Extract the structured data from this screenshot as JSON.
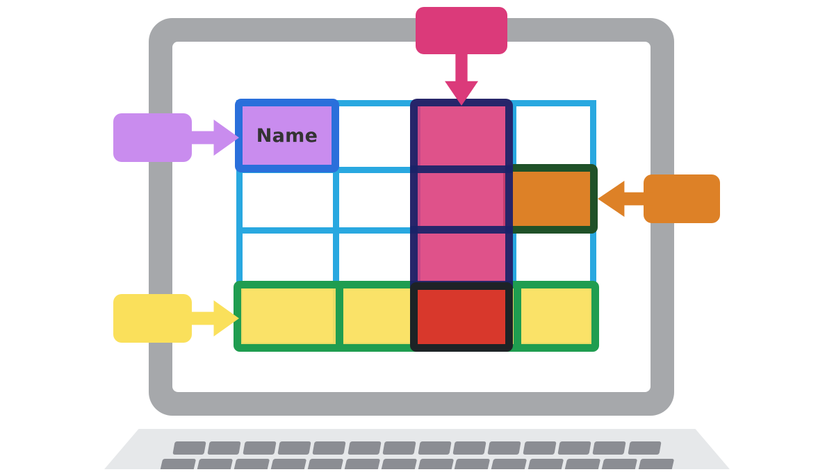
{
  "illustration": {
    "title": "Spreadsheet table on laptop with highlighted header cell, column, row and cell",
    "device": {
      "name": "laptop",
      "frame_color": "#a6a8ab",
      "screen_color": "#ffffff",
      "base_color": "#e6e8ea",
      "key_color": "#8b8d93",
      "keyboard_rows": 2,
      "keys_per_row": 14
    },
    "table": {
      "name": "data-table",
      "rows": 4,
      "columns": 4,
      "gridline_color": "#29a8e0",
      "cells": [
        [
          "Name",
          "",
          "",
          ""
        ],
        [
          "",
          "",
          "",
          ""
        ],
        [
          "",
          "",
          "",
          ""
        ],
        [
          "",
          "",
          "",
          ""
        ]
      ]
    },
    "highlights": [
      {
        "id": "header-cell",
        "label": "Name",
        "kind": "cell",
        "position": "row 1, column 1",
        "fill": "#c98cee",
        "stroke": "#2a6fdb"
      },
      {
        "id": "highlighted-column",
        "label": "",
        "kind": "column",
        "position": "column 3",
        "fill": "#db3a7a",
        "stroke": "#1a2368"
      },
      {
        "id": "highlighted-single-cell",
        "label": "",
        "kind": "cell",
        "position": "row 2, column 4",
        "fill": "#dd8127",
        "stroke": "#1f5128"
      },
      {
        "id": "highlighted-row",
        "label": "",
        "kind": "row",
        "position": "row 4",
        "fill": "#fae05b",
        "stroke": "#1f9d50"
      },
      {
        "id": "intersection-cell",
        "label": "",
        "kind": "cell",
        "position": "row 4, column 3",
        "fill": "#d8382c",
        "stroke": "#1d2326"
      }
    ],
    "callouts": [
      {
        "id": "callout-purple",
        "text": "",
        "color": "#c98cee",
        "arrow_direction": "right",
        "points_to": "header-cell"
      },
      {
        "id": "callout-pink",
        "text": "",
        "color": "#db3a7a",
        "arrow_direction": "down",
        "points_to": "highlighted-column"
      },
      {
        "id": "callout-orange",
        "text": "",
        "color": "#dd8127",
        "arrow_direction": "left",
        "points_to": "highlighted-single-cell"
      },
      {
        "id": "callout-yellow",
        "text": "",
        "color": "#fae05b",
        "arrow_direction": "right",
        "points_to": "highlighted-row"
      }
    ]
  }
}
